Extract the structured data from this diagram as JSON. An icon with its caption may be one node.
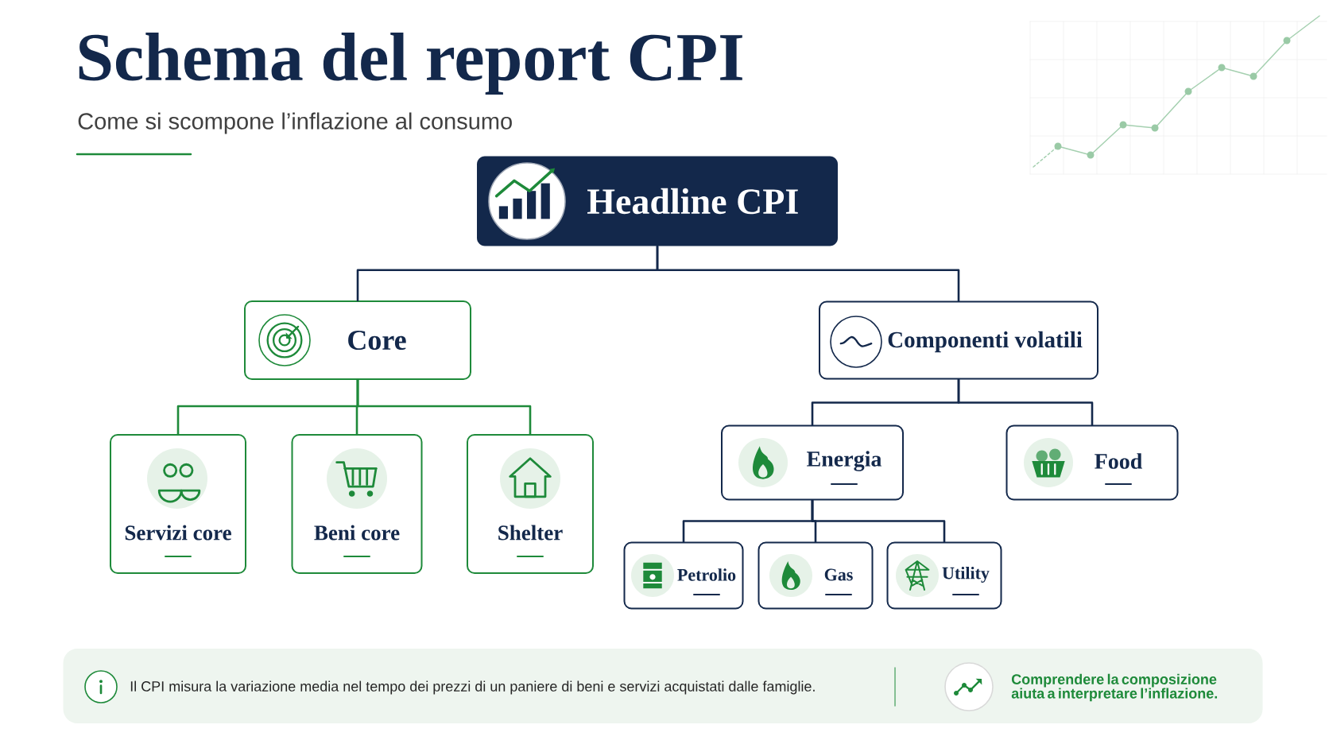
{
  "diagram": {
    "title": "Schema del report CPI",
    "nodes": [
      {
        "text": [
          "Headline CPI"
        ]
      },
      {
        "text": [
          "Core"
        ]
      },
      {
        "text": [
          "Componenti volatili"
        ]
      },
      {
        "text": [
          "Servizi core"
        ]
      },
      {
        "text": [
          "Beni core"
        ]
      },
      {
        "text": [
          "Shelter"
        ]
      },
      {
        "text": [
          "Energia"
        ]
      },
      {
        "text": [
          "Food"
        ]
      },
      {
        "text": [
          "Petrolio"
        ]
      },
      {
        "text": [
          "Gas"
        ]
      },
      {
        "text": [
          "Utility"
        ]
      },
      {
        "text": [
          "Il CPI misura la variazione media nel tempo dei prezzi di un paniere di beni e servizi acquistati dalle famiglie.",
          "Comprendere la composizione aiuta a interpretare l’inflazione."
        ]
      }
    ],
    "edges": [
      {
        "from": 0,
        "to": 1,
        "arrow": "none"
      },
      {
        "from": 0,
        "to": 2,
        "arrow": "none"
      },
      {
        "from": 1,
        "to": 3,
        "arrow": "none",
        "color": "#1e8a3a"
      },
      {
        "from": 1,
        "to": 4,
        "arrow": "none",
        "color": "#1e8a3a"
      },
      {
        "from": 1,
        "to": 5,
        "arrow": "none",
        "color": "#1e8a3a"
      },
      {
        "from": 2,
        "to": 6,
        "arrow": "none"
      },
      {
        "from": 2,
        "to": 7,
        "arrow": "none"
      },
      {
        "from": 6,
        "to": 8,
        "arrow": "none"
      },
      {
        "from": 6,
        "to": 9,
        "arrow": "none"
      },
      {
        "from": 6,
        "to": 10,
        "arrow": "none"
      }
    ],
    "labels": [
      "Come si scompone l’inflazione al consumo"
    ]
  }
}
